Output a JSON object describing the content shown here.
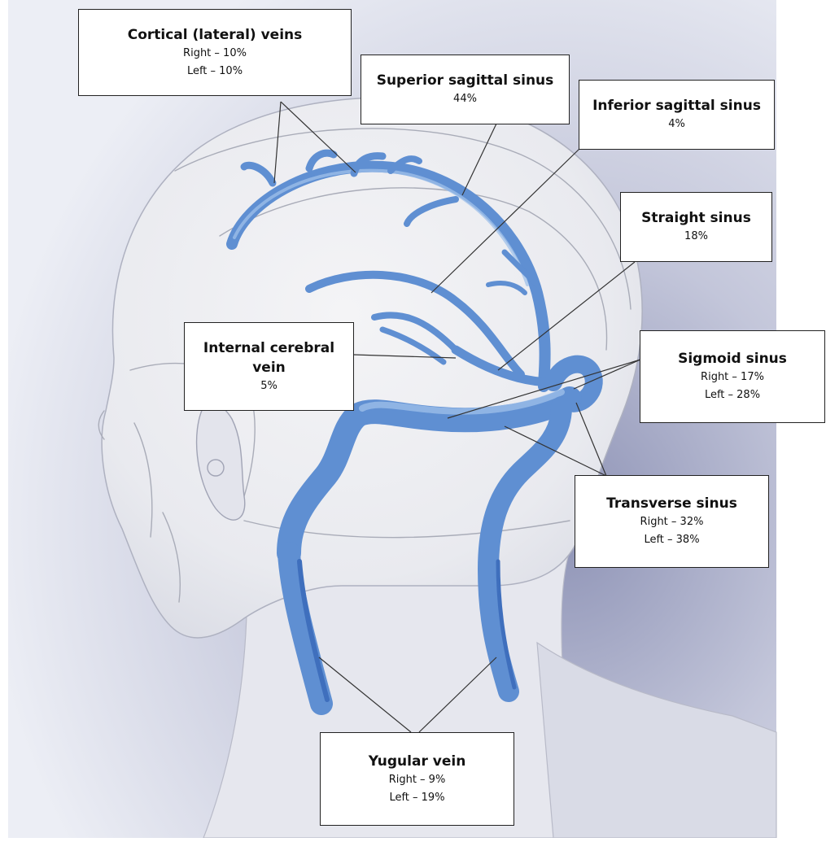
{
  "labels": {
    "cortical": {
      "title": "Cortical (lateral) veins",
      "lines": [
        "Right – 10%",
        "Left – 10%"
      ]
    },
    "superior_sagittal": {
      "title": "Superior sagittal sinus",
      "lines": [
        "44%"
      ]
    },
    "inferior_sagittal": {
      "title": "Inferior sagittal sinus",
      "lines": [
        "4%"
      ]
    },
    "straight": {
      "title": "Straight sinus",
      "lines": [
        "18%"
      ]
    },
    "internal_cerebral": {
      "title": "Internal cerebral vein",
      "lines": [
        "5%"
      ]
    },
    "sigmoid": {
      "title": "Sigmoid sinus",
      "lines": [
        "Right – 17%",
        "Left – 28%"
      ]
    },
    "transverse": {
      "title": "Transverse sinus",
      "lines": [
        "Right – 32%",
        "Left – 38%"
      ]
    },
    "yugular": {
      "title": "Yugular vein",
      "lines": [
        "Right – 9%",
        "Left – 19%"
      ]
    }
  },
  "colors": {
    "vein": "#5f8fd2",
    "vein_highlight": "#9fc0ea",
    "background_shadow": "#9ea3c2",
    "head_fill": "#ecedf2"
  }
}
